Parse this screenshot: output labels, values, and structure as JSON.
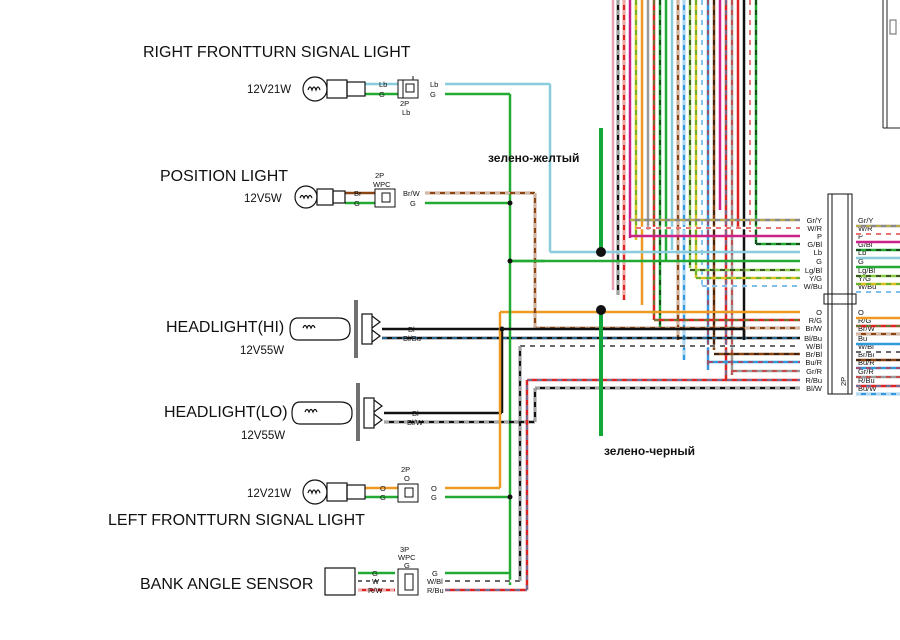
{
  "components": [
    {
      "label": "RIGHT FRONTTURN SIGNAL LIGHT",
      "spec": "12V21W",
      "pins": [
        "Lb",
        "G"
      ],
      "out_pins": [
        "Lb",
        "G"
      ],
      "connector": "2P",
      "connector_sub": "Lb"
    },
    {
      "label": "POSITION LIGHT",
      "spec": "12V5W",
      "pins": [
        "Br",
        "G"
      ],
      "out_pins": [
        "Br/W",
        "G"
      ],
      "connector": "2P",
      "connector_sub": "WPC"
    },
    {
      "label": "HEADLIGHT(HI)",
      "spec": "12V55W",
      "out_pins": [
        "Bl",
        "Bl/Bu"
      ]
    },
    {
      "label": "HEADLIGHT(LO)",
      "spec": "12V55W",
      "out_pins": [
        "Bl",
        "Bl/W"
      ]
    },
    {
      "label": "LEFT FRONTTURN SIGNAL LIGHT",
      "spec": "12V21W",
      "pins": [
        "O",
        "G"
      ],
      "out_pins": [
        "O",
        "G"
      ],
      "connector": "2P",
      "connector_sub": "O"
    },
    {
      "label": "BANK ANGLE SENSOR",
      "pins": [
        "G",
        "W",
        "R/W"
      ],
      "out_pins": [
        "G",
        "W/Bl",
        "R/Bu"
      ],
      "connector": "3P",
      "connector_sub": "WPC",
      "connector_sub2": "G"
    }
  ],
  "connector_rows": [
    {
      "left": "Gr/Y",
      "right": "Gr/Y"
    },
    {
      "left": "W/R",
      "right": "W/R"
    },
    {
      "left": "P",
      "right": "P"
    },
    {
      "left": "G/Bl",
      "right": "G/Bl"
    },
    {
      "left": "Lb",
      "right": "Lb"
    },
    {
      "left": "G",
      "right": "G"
    },
    {
      "left": "Lg/Bl",
      "right": "Lg/Bl"
    },
    {
      "left": "Y/G",
      "right": "Y/G"
    },
    {
      "left": "W/Bu",
      "right": "W/Bu"
    },
    {
      "left": "O",
      "right": "O"
    },
    {
      "left": "R/G",
      "right": "R/G"
    },
    {
      "left": "Br/W",
      "right": "Br/W"
    },
    {
      "left": "Bl/Bu",
      "right": "Bu"
    },
    {
      "left": "W/Bl",
      "right": "W/Bl"
    },
    {
      "left": "Br/Bl",
      "right": "Br/Bl"
    },
    {
      "left": "Bu/R",
      "right": "Bu/R"
    },
    {
      "left": "Gr/R",
      "right": "Gr/R"
    },
    {
      "left": "R/Bu",
      "right": "R/Bu"
    },
    {
      "left": "Bl/W",
      "right": "Bu/W"
    }
  ],
  "connector_label": "2P",
  "annotations": {
    "green_yellow": "зелено-желтый",
    "green_black": "зелено-черный"
  }
}
